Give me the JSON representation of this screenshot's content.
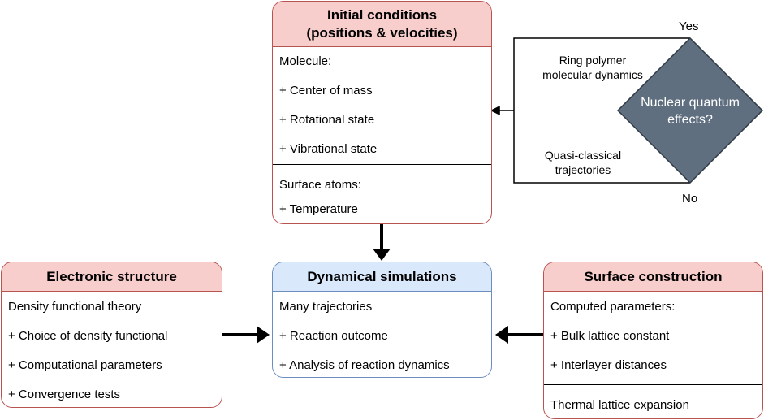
{
  "initial": {
    "title_line1": "Initial conditions",
    "title_line2": "(positions & velocities)",
    "molecule_label": "Molecule:",
    "molecule_items": [
      "+ Center of mass",
      "+ Rotational state",
      "+ Vibrational state"
    ],
    "surface_label": "Surface atoms:",
    "surface_items": [
      "+ Temperature"
    ]
  },
  "decision": {
    "question_line1": "Nuclear quantum",
    "question_line2": "effects?",
    "yes": "Yes",
    "no": "No",
    "yes_path_line1": "Ring polymer",
    "yes_path_line2": "molecular dynamics",
    "no_path_line1": "Quasi-classical",
    "no_path_line2": "trajectories"
  },
  "electronic": {
    "title": "Electronic structure",
    "items": [
      "Density functional theory",
      "+ Choice of density functional",
      "+ Computational parameters",
      "+ Convergence tests"
    ]
  },
  "dynamical": {
    "title": "Dynamical simulations",
    "items": [
      "Many trajectories",
      "+ Reaction outcome",
      "+ Analysis of reaction dynamics"
    ]
  },
  "surface": {
    "title": "Surface construction",
    "items": [
      "Computed parameters:",
      "+ Bulk lattice constant",
      "+ Interlayer distances"
    ],
    "extra": "Thermal lattice expansion"
  },
  "colors": {
    "red_header": "#f8cecc",
    "red_border": "#b85450",
    "blue_header": "#dae8fc",
    "blue_border": "#6c8ebf",
    "diamond_fill": "#5f6f80"
  }
}
